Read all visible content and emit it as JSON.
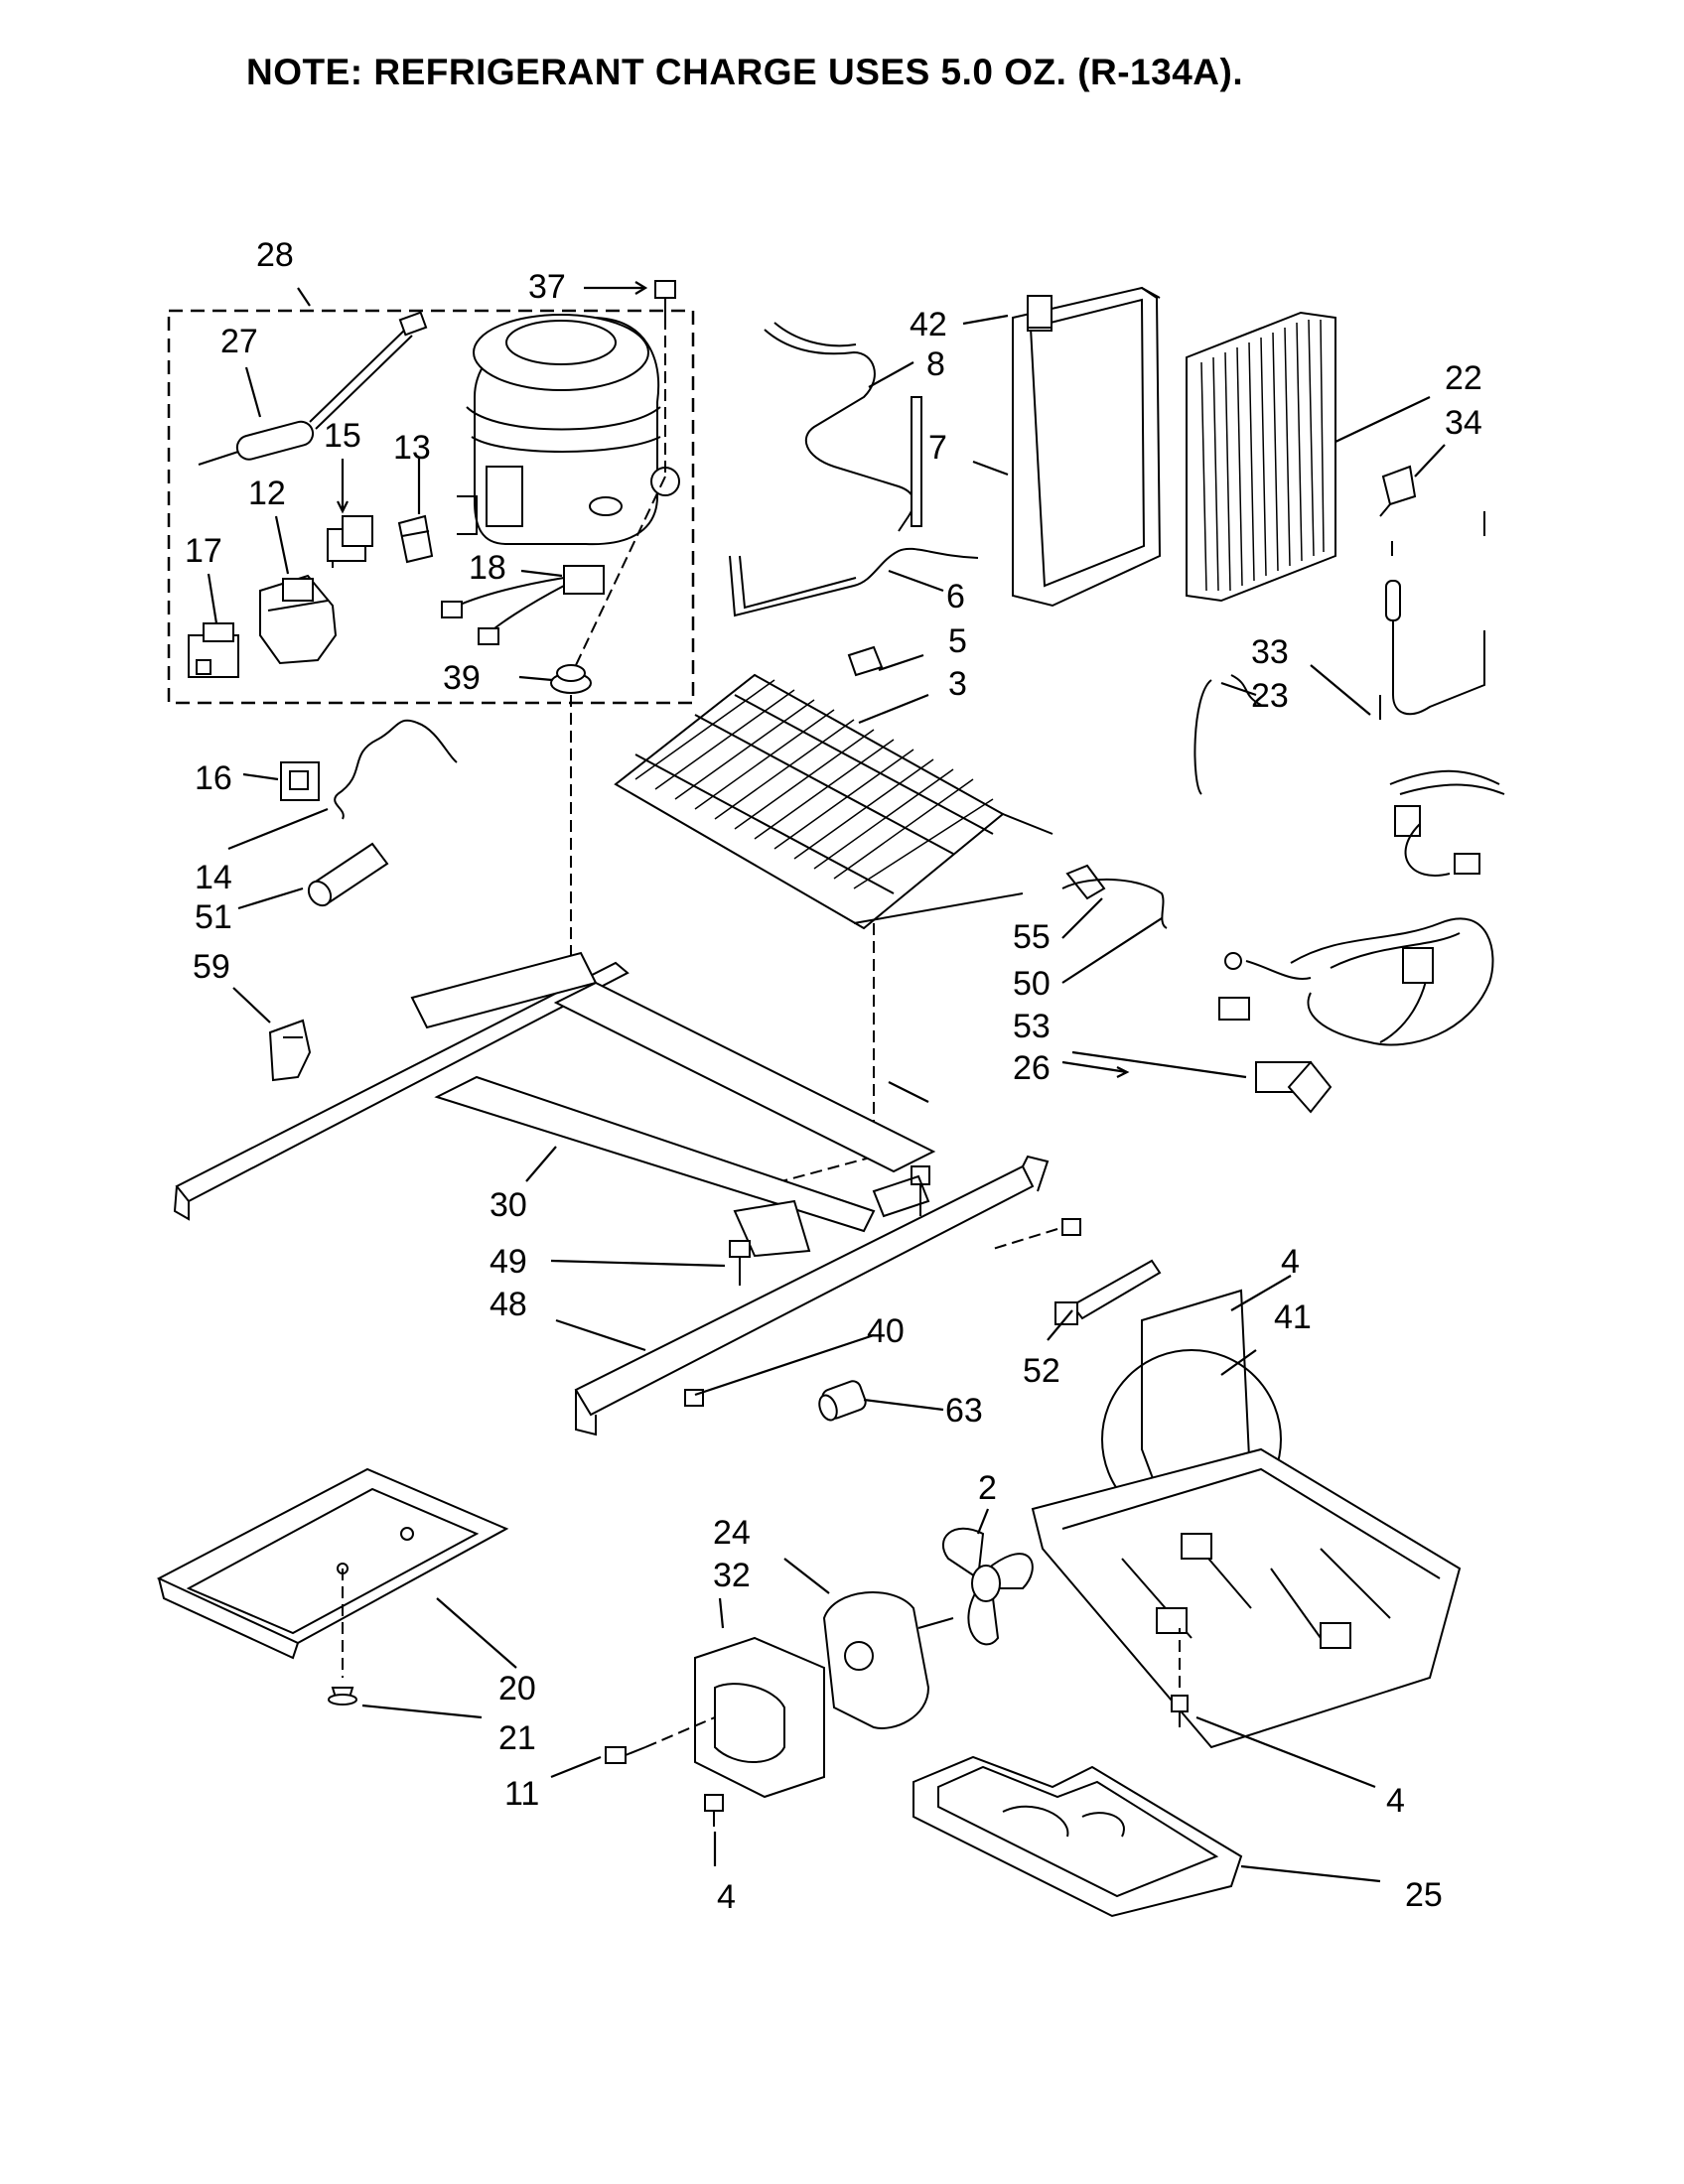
{
  "note": "NOTE: REFRIGERANT CHARGE USES 5.0 OZ. (R-134A).",
  "callouts": [
    {
      "id": "c28",
      "label": "28"
    },
    {
      "id": "c37",
      "label": "37"
    },
    {
      "id": "c27",
      "label": "27"
    },
    {
      "id": "c15",
      "label": "15"
    },
    {
      "id": "c13",
      "label": "13"
    },
    {
      "id": "c12",
      "label": "12"
    },
    {
      "id": "c17",
      "label": "17"
    },
    {
      "id": "c18",
      "label": "18"
    },
    {
      "id": "c39",
      "label": "39"
    },
    {
      "id": "c42",
      "label": "42"
    },
    {
      "id": "c8",
      "label": "8"
    },
    {
      "id": "c7",
      "label": "7"
    },
    {
      "id": "c22",
      "label": "22"
    },
    {
      "id": "c34",
      "label": "34"
    },
    {
      "id": "c6",
      "label": "6"
    },
    {
      "id": "c5",
      "label": "5"
    },
    {
      "id": "c3",
      "label": "3"
    },
    {
      "id": "c33",
      "label": "33"
    },
    {
      "id": "c23",
      "label": "23"
    },
    {
      "id": "c16",
      "label": "16"
    },
    {
      "id": "c14",
      "label": "14"
    },
    {
      "id": "c51",
      "label": "51"
    },
    {
      "id": "c59",
      "label": "59"
    },
    {
      "id": "c55",
      "label": "55"
    },
    {
      "id": "c50",
      "label": "50"
    },
    {
      "id": "c53",
      "label": "53"
    },
    {
      "id": "c26",
      "label": "26"
    },
    {
      "id": "c30",
      "label": "30"
    },
    {
      "id": "c49",
      "label": "49"
    },
    {
      "id": "c48",
      "label": "48"
    },
    {
      "id": "c40",
      "label": "40"
    },
    {
      "id": "c4a",
      "label": "4"
    },
    {
      "id": "c41",
      "label": "41"
    },
    {
      "id": "c52",
      "label": "52"
    },
    {
      "id": "c63",
      "label": "63"
    },
    {
      "id": "c2",
      "label": "2"
    },
    {
      "id": "c24",
      "label": "24"
    },
    {
      "id": "c32",
      "label": "32"
    },
    {
      "id": "c20",
      "label": "20"
    },
    {
      "id": "c21",
      "label": "21"
    },
    {
      "id": "c11",
      "label": "11"
    },
    {
      "id": "c4b",
      "label": "4"
    },
    {
      "id": "c4c",
      "label": "4"
    },
    {
      "id": "c25",
      "label": "25"
    }
  ]
}
